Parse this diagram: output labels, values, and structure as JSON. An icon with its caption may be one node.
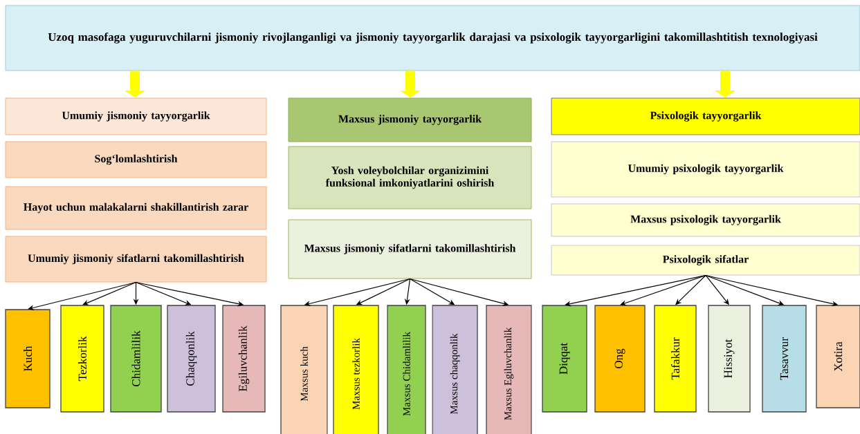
{
  "diagram": {
    "nodes": [
      {
        "text": [
          "Uzoq masofaga yuguruvchilarni jismoniy rivojlanganligi va jismoniy tayyorgarlik darajasi va psixologik tayyorgarligini takomillashtitish texnologiyasi"
        ]
      },
      {
        "text": [
          "Umumiy jismoniy tayyorgarlik"
        ]
      },
      {
        "text": [
          "Sog‘lomlashtirish"
        ]
      },
      {
        "text": [
          "Hayot uchun  malakalarni shakillantirish zarar"
        ]
      },
      {
        "text": [
          "Umumiy jismoniy sifatlarni takomillashtirish"
        ]
      },
      {
        "text": [
          "Maxsus jismoniy tayyorgarlik"
        ]
      },
      {
        "text": [
          "Yosh voleybolchilar organizimini funksional imkoniyatlarini oshirish"
        ]
      },
      {
        "text": [
          "Maxsus jismoniy sifatlarni takomillashtirish"
        ]
      },
      {
        "text": [
          "Psixologik tayyorgarlik"
        ]
      },
      {
        "text": [
          "Umumiy psixologik tayyorgarlik"
        ]
      },
      {
        "text": [
          "Maxsus psixologik tayyorgarlik"
        ]
      },
      {
        "text": [
          "Psixologik sifatlar"
        ]
      },
      {
        "text": [
          "Kuch"
        ]
      },
      {
        "text": [
          "Tezkorlik"
        ]
      },
      {
        "text": [
          "Chidamlilik"
        ]
      },
      {
        "text": [
          "Chaqqonlik"
        ]
      },
      {
        "text": [
          "Egiluvchanlik"
        ]
      },
      {
        "text": [
          "Maxsus kuch"
        ]
      },
      {
        "text": [
          "Maxsus tezkorlik"
        ]
      },
      {
        "text": [
          "Maxsus Chidamlilik"
        ]
      },
      {
        "text": [
          "Maxsus chaqqonlik"
        ]
      },
      {
        "text": [
          "Maxsus Egiluvchanlik"
        ]
      },
      {
        "text": [
          "Diqqat"
        ]
      },
      {
        "text": [
          "Ong"
        ]
      },
      {
        "text": [
          "Tafakkur"
        ]
      },
      {
        "text": [
          "Hissiyot"
        ]
      },
      {
        "text": [
          "Tasavvur"
        ]
      },
      {
        "text": [
          "Xotira"
        ]
      }
    ],
    "edges": [
      {
        "from": 0,
        "to": 1,
        "arrow": "to",
        "style": "thick",
        "color": "#ffff00"
      },
      {
        "from": 0,
        "to": 5,
        "arrow": "to",
        "style": "thick",
        "color": "#ffff00"
      },
      {
        "from": 0,
        "to": 8,
        "arrow": "to",
        "style": "thick",
        "color": "#ffff00"
      },
      {
        "from": 4,
        "to": 12,
        "arrow": "to"
      },
      {
        "from": 4,
        "to": 13,
        "arrow": "to"
      },
      {
        "from": 4,
        "to": 14,
        "arrow": "to"
      },
      {
        "from": 4,
        "to": 15,
        "arrow": "to"
      },
      {
        "from": 4,
        "to": 16,
        "arrow": "to"
      },
      {
        "from": 7,
        "to": 17,
        "arrow": "to"
      },
      {
        "from": 7,
        "to": 18,
        "arrow": "to"
      },
      {
        "from": 7,
        "to": 19,
        "arrow": "to"
      },
      {
        "from": 7,
        "to": 20,
        "arrow": "to"
      },
      {
        "from": 7,
        "to": 21,
        "arrow": "to"
      },
      {
        "from": 11,
        "to": 22,
        "arrow": "to"
      },
      {
        "from": 11,
        "to": 23,
        "arrow": "to"
      },
      {
        "from": 11,
        "to": 24,
        "arrow": "to"
      },
      {
        "from": 11,
        "to": 25,
        "arrow": "to"
      },
      {
        "from": 11,
        "to": 26,
        "arrow": "to"
      },
      {
        "from": 11,
        "to": 27,
        "arrow": "to"
      }
    ]
  }
}
